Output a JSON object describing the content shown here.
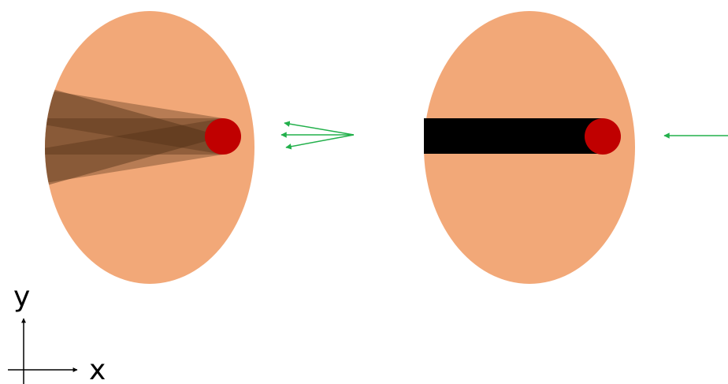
{
  "axes": {
    "x_label": "x",
    "y_label": "y"
  },
  "colors": {
    "ellipse": "#F2A878",
    "core": "#C00000",
    "beam": "#000000",
    "shaded_beam": "#4A2A12",
    "arrow": "#22B04B",
    "axis": "#000000"
  },
  "panels": [
    {
      "id": "left",
      "beam": "converging-fan",
      "incoming": "diverging-arrows"
    },
    {
      "id": "right",
      "beam": "solid-bar",
      "incoming": "single-arrow"
    }
  ]
}
